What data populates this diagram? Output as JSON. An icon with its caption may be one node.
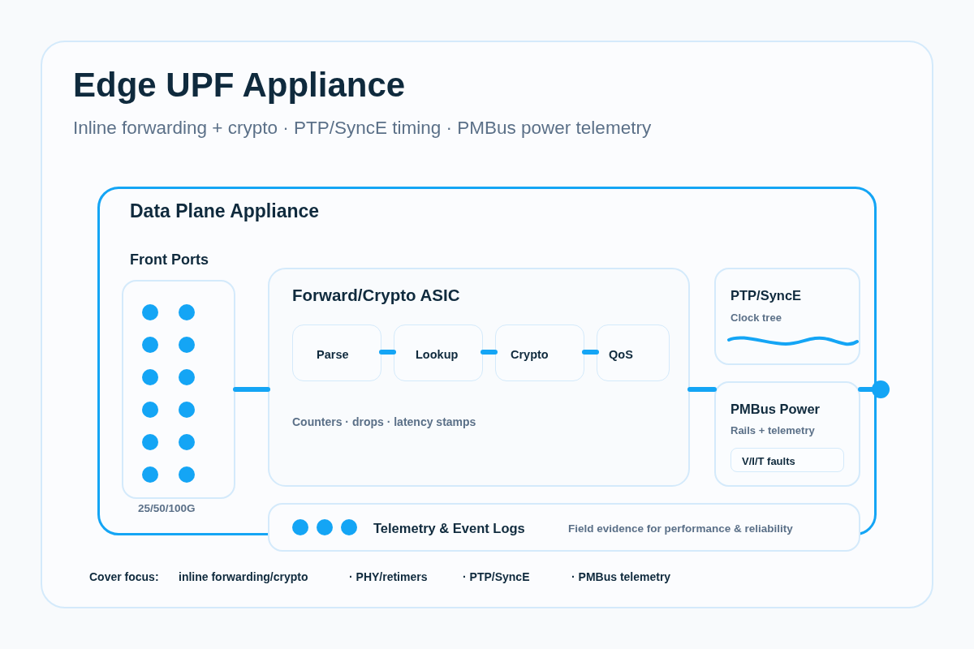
{
  "diagram": {
    "title": "Edge UPF Appliance",
    "nodes": [
      {
        "text": [
          "Data Plane Appliance"
        ]
      },
      {
        "text": [
          "Front Ports"
        ],
        "beside": [
          "25/50/100G"
        ],
        "in": 0
      },
      {
        "text": [
          "Forward/Crypto ASIC",
          "Counters · drops · latency stamps"
        ],
        "in": 0
      },
      {
        "text": [
          "Parse"
        ],
        "in": 2
      },
      {
        "text": [
          "Lookup"
        ],
        "in": 2
      },
      {
        "text": [
          "Crypto"
        ],
        "in": 2
      },
      {
        "text": [
          "QoS"
        ],
        "in": 2
      },
      {
        "text": [
          "PTP/SyncE",
          "Clock tree"
        ],
        "in": 0
      },
      {
        "text": [
          "PMBus Power",
          "Rails + telemetry"
        ],
        "in": 0
      },
      {
        "text": [
          "V/I/T faults"
        ],
        "in": 8
      },
      {
        "text": [
          "Telemetry & Event Logs",
          "Field evidence for performance & reliability"
        ]
      }
    ],
    "edges": [
      {
        "from": 1,
        "to": 2,
        "arrow": "none"
      },
      {
        "from": 3,
        "to": 4,
        "arrow": "none"
      },
      {
        "from": 4,
        "to": 5,
        "arrow": "none"
      },
      {
        "from": 5,
        "to": 6,
        "arrow": "none"
      },
      {
        "from": 2,
        "to": 8,
        "arrow": "none"
      },
      {
        "from": 8,
        "to": null,
        "arrow": "other"
      }
    ],
    "labels": [
      "Inline forwarding + crypto · PTP/SyncE timing · PMBus power telemetry",
      "Cover focus:",
      "inline forwarding/crypto",
      "· PHY/retimers",
      "· PTP/SyncE",
      "· PMBus telemetry"
    ]
  }
}
